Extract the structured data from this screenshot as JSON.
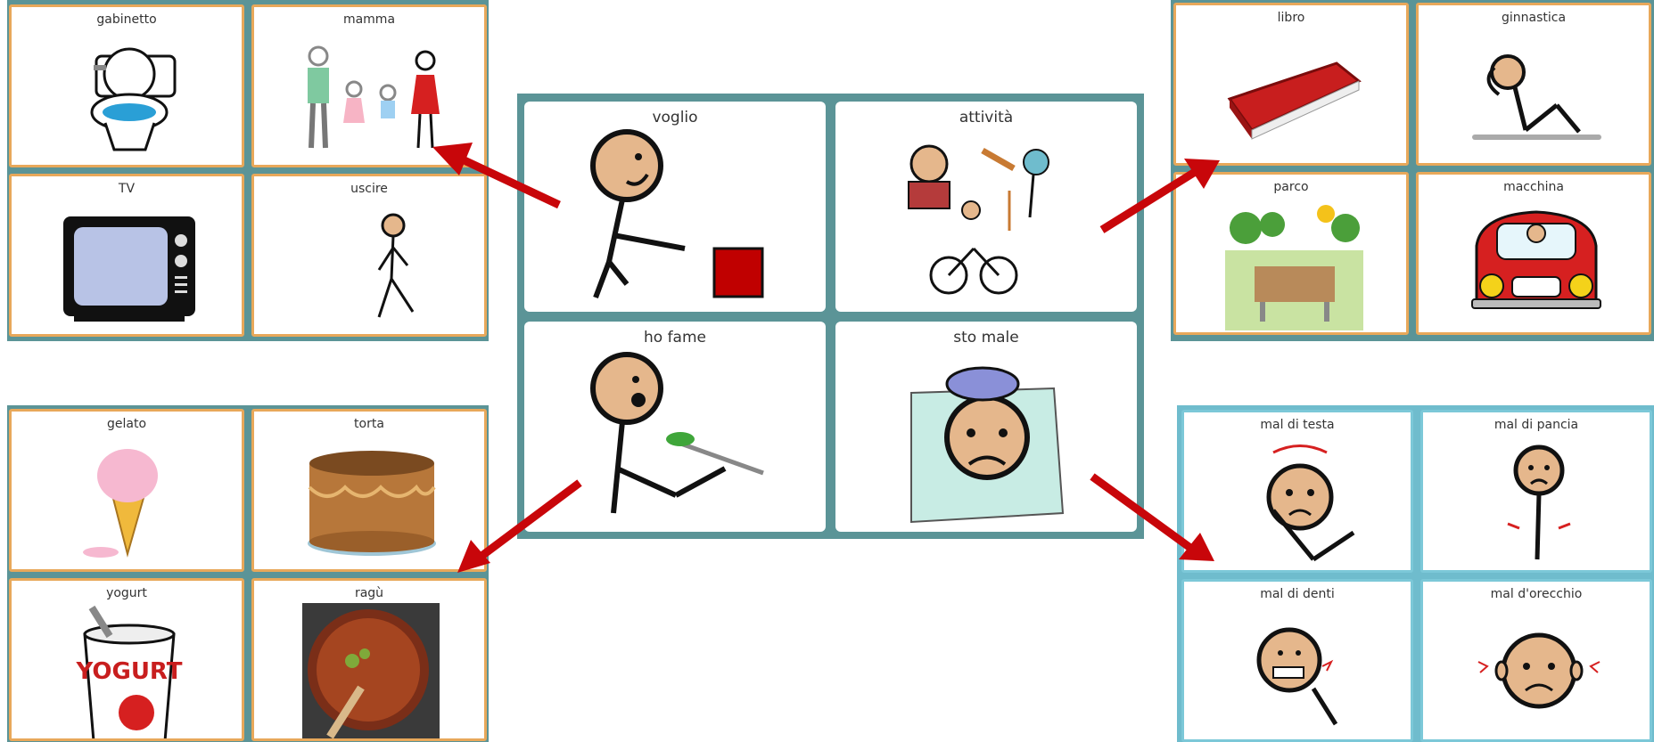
{
  "center": {
    "voglio": "voglio",
    "attivita": "attività",
    "ho_fame": "ho fame",
    "sto_male": "sto male"
  },
  "top_left": {
    "gabinetto": "gabinetto",
    "mamma": "mamma",
    "tv": "TV",
    "uscire": "uscire"
  },
  "bottom_left": {
    "gelato": "gelato",
    "torta": "torta",
    "yogurt": "yogurt",
    "ragu": "ragù",
    "yogurt_text": "YOGURT"
  },
  "top_right": {
    "libro": "libro",
    "ginnastica": "ginnastica",
    "parco": "parco",
    "macchina": "macchina"
  },
  "bottom_right": {
    "mal_di_testa": "mal di testa",
    "mal_di_pancia": "mal di pancia",
    "mal_di_denti": "mal di denti",
    "mal_d_orecchio": "mal d'orecchio"
  },
  "colors": {
    "board_teal": "#5b9497",
    "board_cyan": "#6fbccd",
    "card_border_orange": "#e8a85a",
    "arrow_red": "#c8060a"
  }
}
